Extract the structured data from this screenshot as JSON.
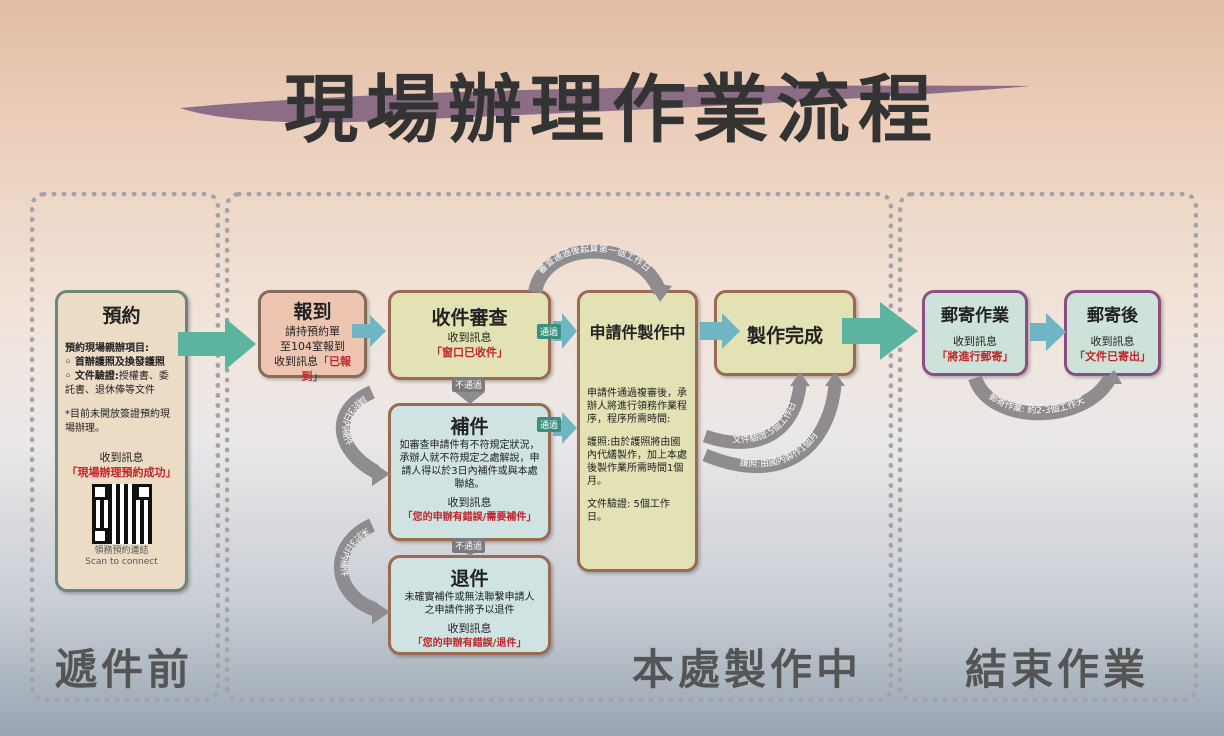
{
  "title": "現場辦理作業流程",
  "sections": {
    "before": "遞件前",
    "processing": "本處製作中",
    "finish": "結束作業"
  },
  "appointment": {
    "title": "預約",
    "items_title": "預約現場親辦項目:",
    "item1": "◦ 首辦護照及換發護照",
    "item2_bold": "◦ 文件驗證:",
    "item2_rest": "授權書、委託書、退休俸等文件",
    "note": "*目前未開放簽證預約現場辦理。",
    "msg_label": "收到訊息",
    "msg": "「現場辦理預約成功」",
    "qr_label": "領務預約連結",
    "qr_label_en": "Scan to connect"
  },
  "checkin": {
    "title": "報到",
    "line1": "請持預約單",
    "line2": "至104室報到",
    "msg_prefix": "收到訊息「",
    "msg": "已報到",
    "msg_suffix": "」"
  },
  "review": {
    "title": "收件審查",
    "msg_label": "收到訊息",
    "msg": "「窗口已收件」"
  },
  "supplement": {
    "title": "補件",
    "desc": "如審查申請件有不符規定狀況，承辦人就不符規定之處解說，申請人得以於3日內補件或與本處聯絡。",
    "msg_label": "收到訊息",
    "msg": "「您的申辦有錯誤/需要補件」"
  },
  "withdraw": {
    "title": "退件",
    "desc": "未確實補件或無法聯繫申請人之申請件將予以退件",
    "msg_label": "收到訊息",
    "msg": "「您的申辦有錯誤/退件」"
  },
  "production": {
    "title": "申請件製作中",
    "p1": "申請件通過複審後，承辦人將進行領務作業程序，程序所需時間:",
    "p2": "護照:由於護照將由國內代繕製作，加上本處後製作業所需時間1個月。",
    "p3": "文件驗證: 5個工作日。"
  },
  "complete": {
    "title": "製作完成"
  },
  "mailing": {
    "title": "郵寄作業",
    "msg_label": "收到訊息",
    "msg": "「將進行郵寄」"
  },
  "after_mail": {
    "title": "郵寄後",
    "msg_label": "收到訊息",
    "msg": "「文件已寄出」"
  },
  "labels": {
    "pass": "通過",
    "fail": "不通過",
    "pass2": "通過",
    "fail2": "不通過",
    "review_pass_note": "審查通過後起算第一個工作日",
    "supplement_loop": "請於3日內補件",
    "withdraw_loop": "未於3日內補件",
    "doc_verify": "文件驗證:5個工作日",
    "passport": "護照:由國內製作1個月",
    "mailing_days": "郵寄作業: 約2-3個工作天"
  },
  "colors": {
    "teal_arrow": "#5cb3a0",
    "blue_arrow": "#6fb5c4",
    "gray_arrow": "#8f8c90"
  }
}
